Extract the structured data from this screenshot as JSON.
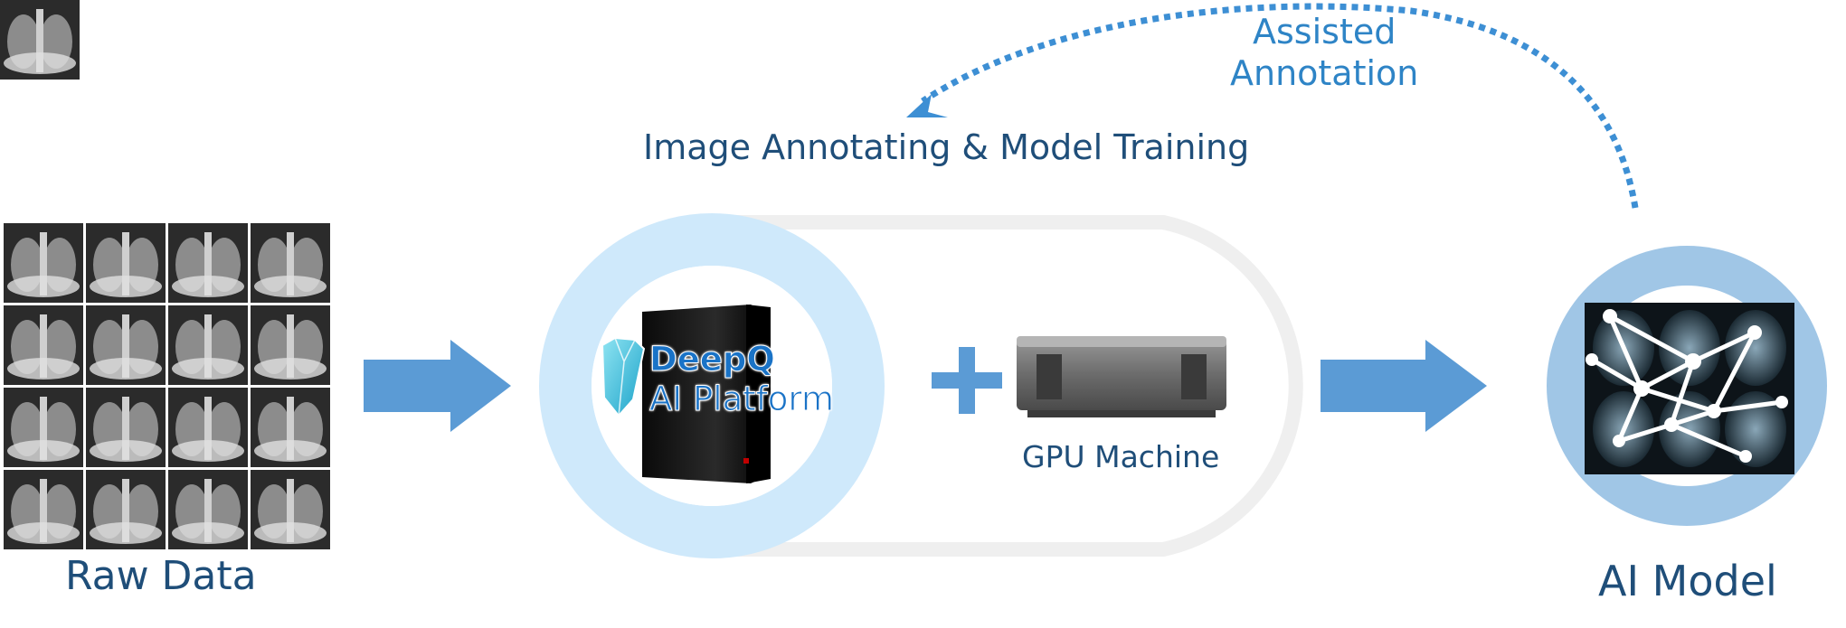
{
  "labels": {
    "raw_data": "Raw Data",
    "ai_model": "AI Model",
    "training": "Image Annotating & Model Training",
    "assisted_line1": "Assisted",
    "assisted_line2": "Annotation",
    "gpu_machine": "GPU Machine",
    "deepq_line1": "DeepQ",
    "deepq_line2": "AI Platform"
  },
  "colors": {
    "arrow_blue": "#5b9bd5",
    "dotted_arrow": "#3d8fd4",
    "ring_light": "#cfe9fb",
    "ring_ai": "#a0c6e6",
    "text_dark": "#1f4e79"
  }
}
